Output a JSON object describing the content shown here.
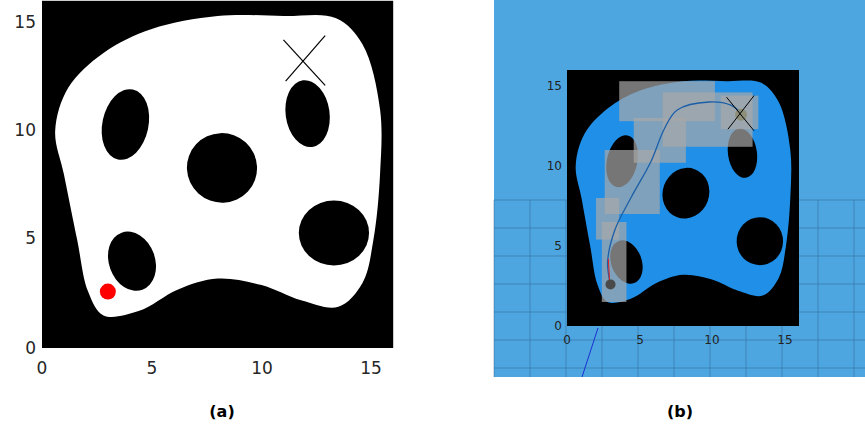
{
  "diagram": {
    "labels": [
      "15",
      "10",
      "5",
      "0",
      "0",
      "5",
      "10",
      "15",
      "15",
      "10",
      "5",
      "0",
      "0",
      "5",
      "10",
      "15",
      "(a)",
      "(b)"
    ]
  }
}
